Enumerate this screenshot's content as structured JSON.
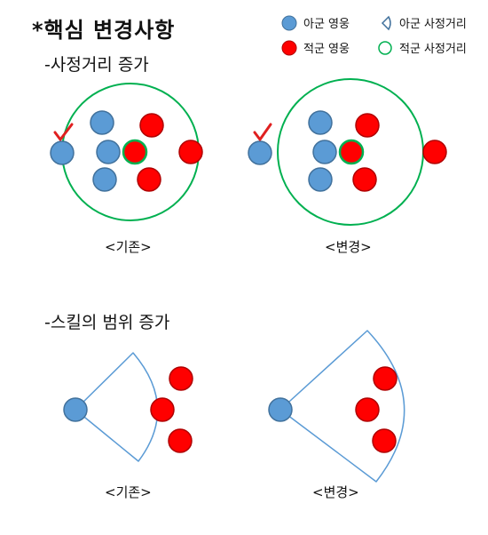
{
  "title": "*핵심 변경사항",
  "section1": {
    "heading": "-사정거리 증가"
  },
  "section2": {
    "heading": "-스킬의 범위 증가"
  },
  "captions": {
    "before": "<기존>",
    "after": "<변경>"
  },
  "legend": [
    {
      "label": "아군 영웅",
      "icon": "blue-circle-icon",
      "color": "#5b9bd5"
    },
    {
      "label": "적군 영웅",
      "icon": "red-circle-icon",
      "color": "#ff0000"
    },
    {
      "label": "아군 사정거리",
      "icon": "blue-fan-icon",
      "color": "#5b9bd5"
    },
    {
      "label": "적군 사정거리",
      "icon": "green-ring-icon",
      "color": "#00b050"
    }
  ],
  "colors": {
    "ally_fill": "#5b9bd5",
    "ally_stroke": "#41719c",
    "enemy_fill": "#ff0000",
    "enemy_stroke": "#b00000",
    "enemy_range": "#00b050",
    "ally_range": "#5b9bd5",
    "check": "#e02020"
  }
}
